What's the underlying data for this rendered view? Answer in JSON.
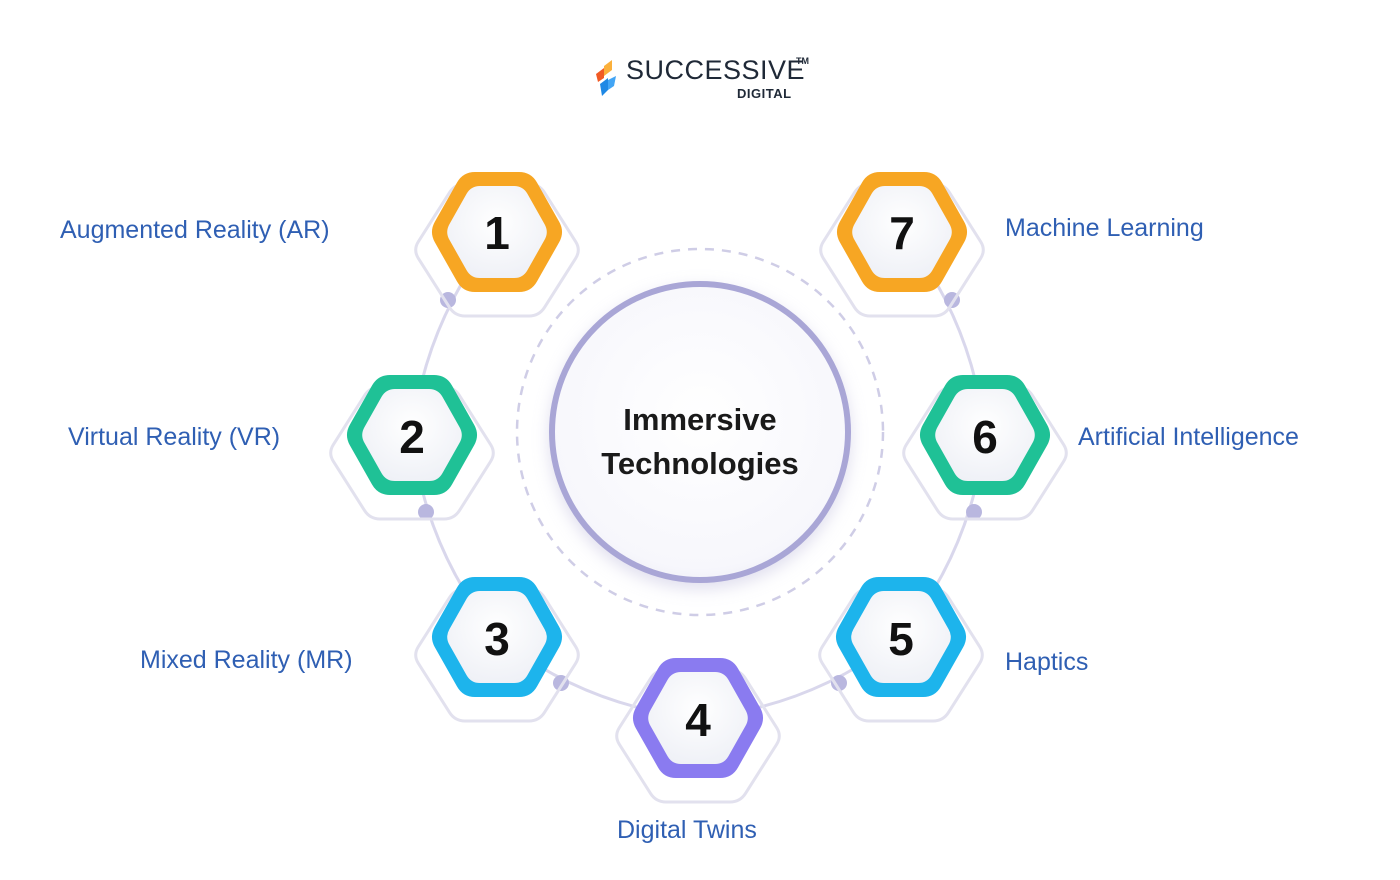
{
  "brand": {
    "name": "SUCCESSIVE",
    "trademark": "TM",
    "subtitle": "DIGITAL",
    "colors": [
      "#f15a24",
      "#fbb03b",
      "#1e88e5",
      "#42a5f5"
    ]
  },
  "center": {
    "line1": "Immersive",
    "line2": "Technologies",
    "ring_color": "#a9a6d6"
  },
  "items": [
    {
      "number": "1",
      "label": "Augmented Reality (AR)",
      "color": "#f7a623"
    },
    {
      "number": "2",
      "label": "Virtual Reality (VR)",
      "color": "#1fc196"
    },
    {
      "number": "3",
      "label": "Mixed Reality (MR)",
      "color": "#1db4ec"
    },
    {
      "number": "4",
      "label": "Digital Twins",
      "color": "#8a7bf0"
    },
    {
      "number": "5",
      "label": "Haptics",
      "color": "#1db4ec"
    },
    {
      "number": "6",
      "label": "Artificial Intelligence",
      "color": "#1fc196"
    },
    {
      "number": "7",
      "label": "Machine Learning",
      "color": "#f7a623"
    }
  ]
}
